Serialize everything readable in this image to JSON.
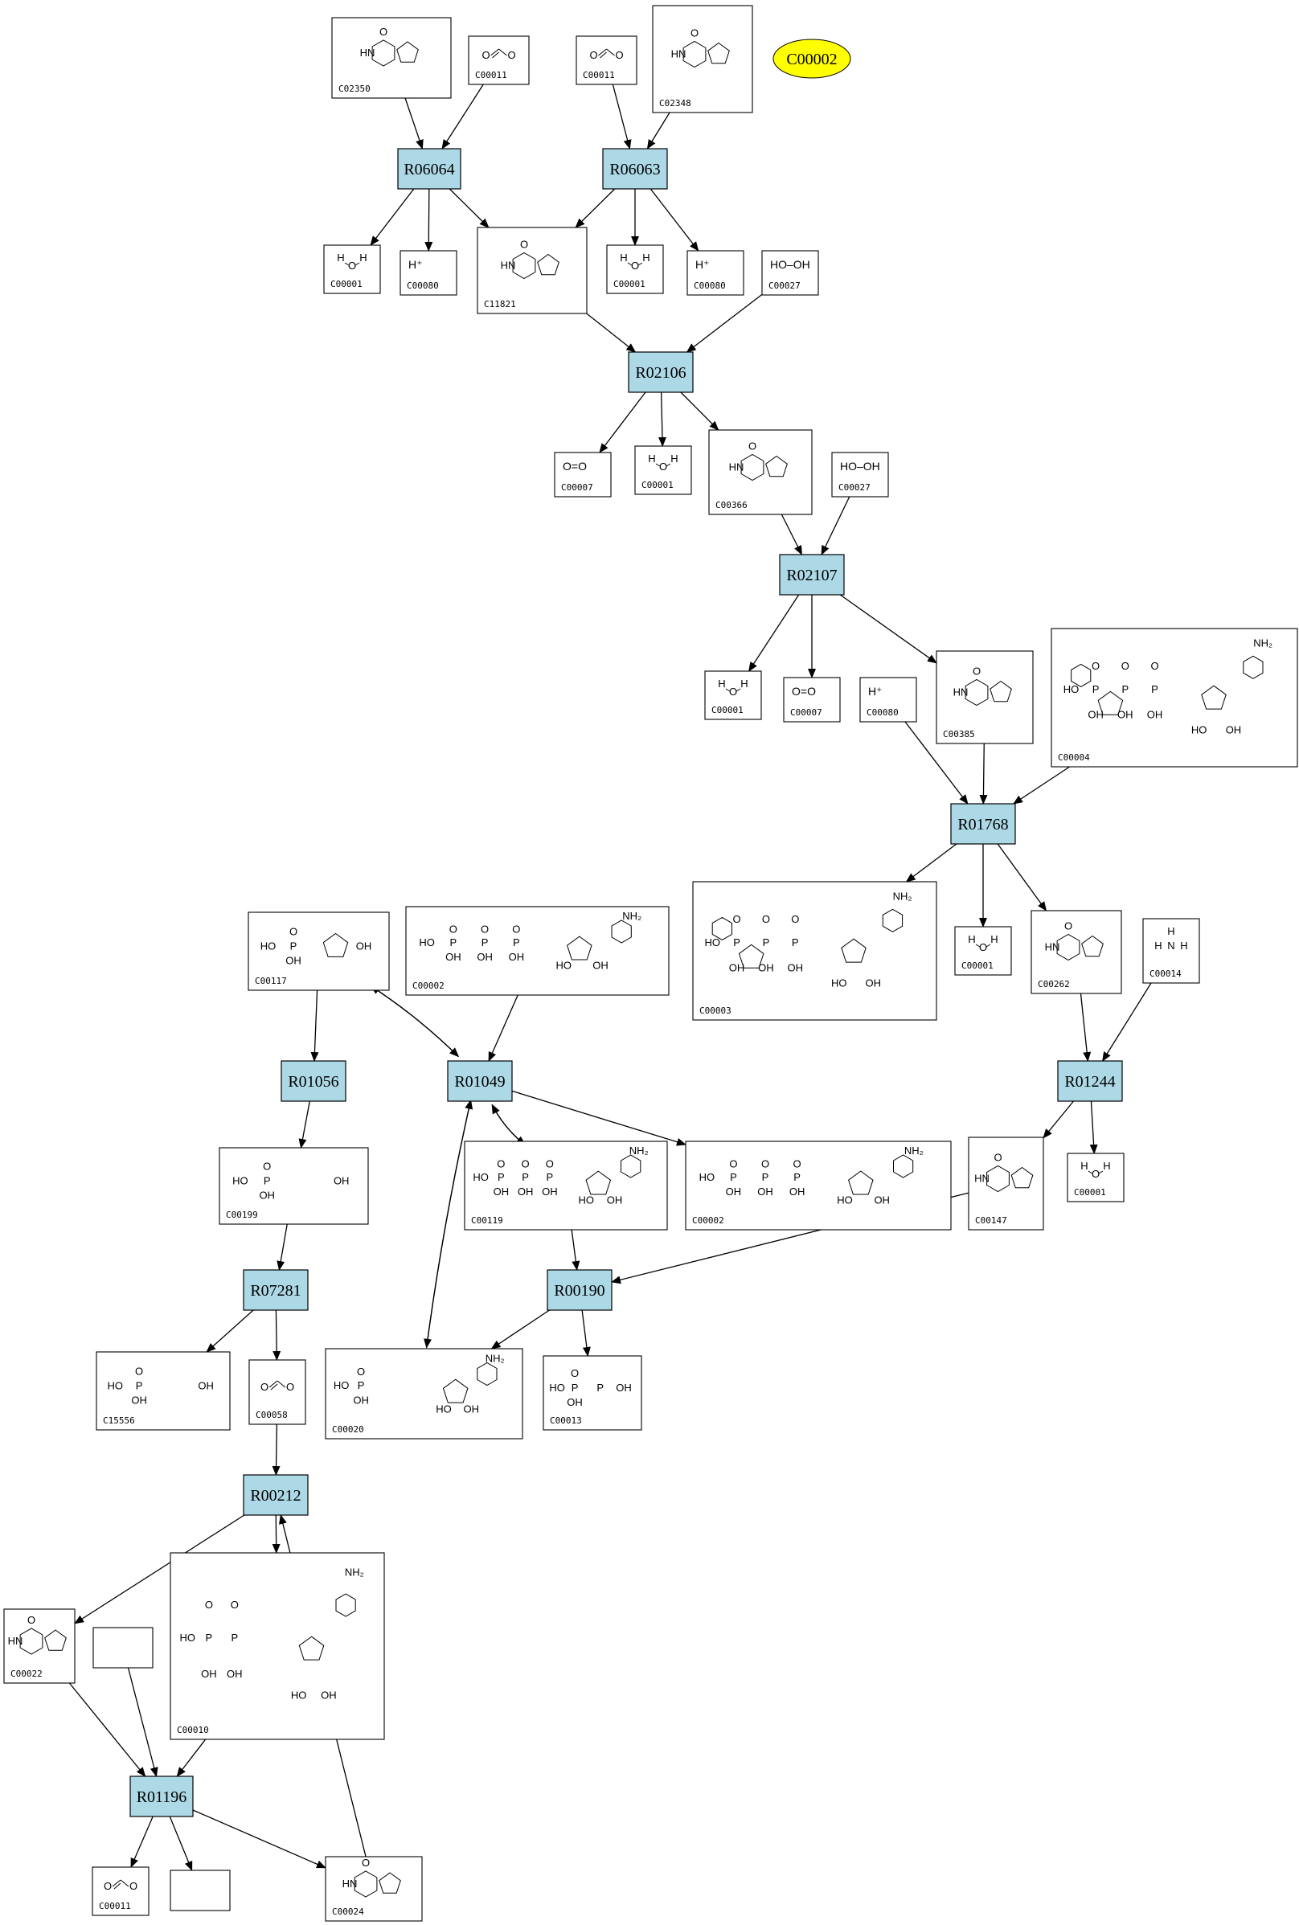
{
  "colors": {
    "reaction_fill": "#add8e6",
    "highlight_fill": "#ffff00",
    "stroke": "#000000",
    "background": "#ffffff"
  },
  "highlight": {
    "id": "C00002"
  },
  "reactions": [
    {
      "id": "R06064"
    },
    {
      "id": "R06063"
    },
    {
      "id": "R02106"
    },
    {
      "id": "R02107"
    },
    {
      "id": "R01768"
    },
    {
      "id": "R01049"
    },
    {
      "id": "R01056"
    },
    {
      "id": "R01244"
    },
    {
      "id": "R07281"
    },
    {
      "id": "R00190"
    },
    {
      "id": "R00212"
    },
    {
      "id": "R01196"
    }
  ],
  "compounds": [
    {
      "key": "c02350",
      "id": "C02350",
      "formula": "",
      "icon": "allantoin-structure"
    },
    {
      "key": "c00011a",
      "id": "C00011",
      "formula": "",
      "icon": "carbon-dioxide-structure"
    },
    {
      "key": "c00011b",
      "id": "C00011",
      "formula": "",
      "icon": "carbon-dioxide-structure"
    },
    {
      "key": "c02348",
      "id": "C02348",
      "formula": "",
      "icon": "allantoate-structure"
    },
    {
      "key": "c00001a",
      "id": "C00001",
      "formula": "",
      "icon": "water-structure"
    },
    {
      "key": "c00080a",
      "id": "C00080",
      "formula": "H⁺",
      "icon": ""
    },
    {
      "key": "c11821",
      "id": "C11821",
      "formula": "",
      "icon": "hydroxyisourate-structure"
    },
    {
      "key": "c00001b",
      "id": "C00001",
      "formula": "",
      "icon": "water-structure"
    },
    {
      "key": "c00080b",
      "id": "C00080",
      "formula": "H⁺",
      "icon": ""
    },
    {
      "key": "c00027a",
      "id": "C00027",
      "formula": "HO–OH",
      "icon": ""
    },
    {
      "key": "c00007a",
      "id": "C00007",
      "formula": "O=O",
      "icon": ""
    },
    {
      "key": "c00001c",
      "id": "C00001",
      "formula": "",
      "icon": "water-structure"
    },
    {
      "key": "c00366",
      "id": "C00366",
      "formula": "",
      "icon": "urate-structure"
    },
    {
      "key": "c00027b",
      "id": "C00027",
      "formula": "HO–OH",
      "icon": ""
    },
    {
      "key": "c00001d",
      "id": "C00001",
      "formula": "",
      "icon": "water-structure"
    },
    {
      "key": "c00007b",
      "id": "C00007",
      "formula": "O=O",
      "icon": ""
    },
    {
      "key": "c00080c",
      "id": "C00080",
      "formula": "H⁺",
      "icon": ""
    },
    {
      "key": "c00385",
      "id": "C00385",
      "formula": "",
      "icon": "xanthine-structure"
    },
    {
      "key": "c00004",
      "id": "C00004",
      "formula": "",
      "icon": "nadh-structure"
    },
    {
      "key": "c00003",
      "id": "C00003",
      "formula": "",
      "icon": "nad-structure"
    },
    {
      "key": "c00001e",
      "id": "C00001",
      "formula": "",
      "icon": "water-structure"
    },
    {
      "key": "c00262",
      "id": "C00262",
      "formula": "",
      "icon": "hypoxanthine-structure"
    },
    {
      "key": "c00014",
      "id": "C00014",
      "formula": "",
      "icon": "ammonia-structure"
    },
    {
      "key": "c00117",
      "id": "C00117",
      "formula": "",
      "icon": "ribose-5-phosphate-structure"
    },
    {
      "key": "c00002a",
      "id": "C00002",
      "formula": "",
      "icon": "atp-structure"
    },
    {
      "key": "c00199",
      "id": "C00199",
      "formula": "",
      "icon": "ribulose-5-phosphate-structure"
    },
    {
      "key": "c00119",
      "id": "C00119",
      "formula": "",
      "icon": "prpp-structure"
    },
    {
      "key": "c00002b",
      "id": "C00002",
      "formula": "",
      "icon": "atp-structure"
    },
    {
      "key": "c00147",
      "id": "C00147",
      "formula": "",
      "icon": "adenine-structure"
    },
    {
      "key": "c00001f",
      "id": "C00001",
      "formula": "",
      "icon": "water-structure"
    },
    {
      "key": "c15556",
      "id": "C15556",
      "formula": "",
      "icon": "phosphate-ketone-structure"
    },
    {
      "key": "c00058",
      "id": "C00058",
      "formula": "",
      "icon": "formate-structure"
    },
    {
      "key": "c00020",
      "id": "C00020",
      "formula": "",
      "icon": "amp-structure"
    },
    {
      "key": "c00013",
      "id": "C00013",
      "formula": "",
      "icon": "diphosphate-structure"
    },
    {
      "key": "c00022",
      "id": "C00022",
      "formula": "",
      "icon": "pyruvate-structure"
    },
    {
      "key": "blank1",
      "id": "",
      "formula": "",
      "icon": ""
    },
    {
      "key": "c00010",
      "id": "C00010",
      "formula": "",
      "icon": "coenzyme-a-structure"
    },
    {
      "key": "c00011c",
      "id": "C00011",
      "formula": "",
      "icon": "carbon-dioxide-structure"
    },
    {
      "key": "blank2",
      "id": "",
      "formula": "",
      "icon": ""
    },
    {
      "key": "c00024",
      "id": "C00024",
      "formula": "",
      "icon": "acetyl-coa-structure"
    }
  ]
}
